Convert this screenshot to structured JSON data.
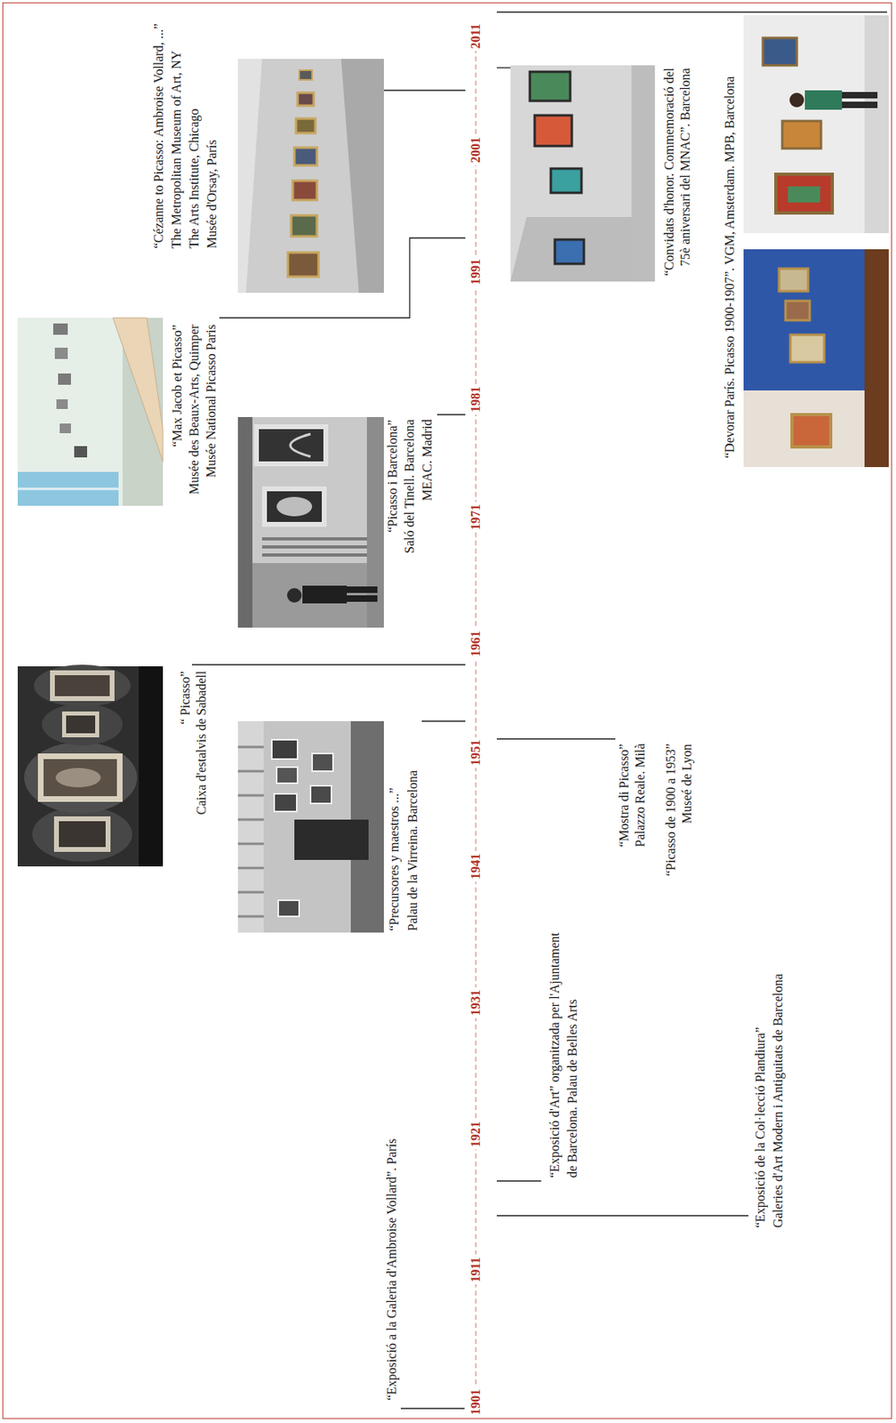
{
  "diagram": {
    "labels": [
      "1901",
      "1911",
      "1921",
      "1931",
      "1941",
      "1951",
      "1961",
      "1971",
      "1981",
      "1991",
      "2001",
      "2011",
      "“Exposició a la Galeria d'Ambroise Vollard”. París",
      "“Exposició d'Art” organitzada per l'Ajuntament",
      "de Barcelona. Palau de Belles Arts",
      "“Exposició de la Col·lecció Plandiura”",
      "Galeries d'Art Modern i Antiguitats de Barcelona",
      "“Precursores y maestros ...”",
      "Palau de la Virreina. Barcelona",
      "“Mostra di Picasso”",
      "Palazzo Reale. Milà",
      "“Picasso de 1900 a 1953”",
      "Museé de Lyon",
      "“ Picasso”",
      "Caixa d'estalvis de Sabadell",
      "“Picasso i Barcelona”",
      "Saló del Tinell. Barcelona",
      "MEAC. Madrid",
      "“Max Jacob et Picasso”",
      "Musée des Beaux-Arts, Quimper",
      "Musée National Picasso Paris",
      "“Cézanne to Picasso: Ambroise Vollard, ...”",
      "The Metropolitan Museum of Art, NY",
      "The Arts Institute, Chicago",
      "Musée d'Orsay, París",
      "“Convidats d'honor. Commemoració del",
      "75è aniversari del MNAC”. Barcelona",
      "“Devorar París. Picasso 1900-1907”. VGM, Amsterdam. MPB, Barcelona"
    ]
  }
}
